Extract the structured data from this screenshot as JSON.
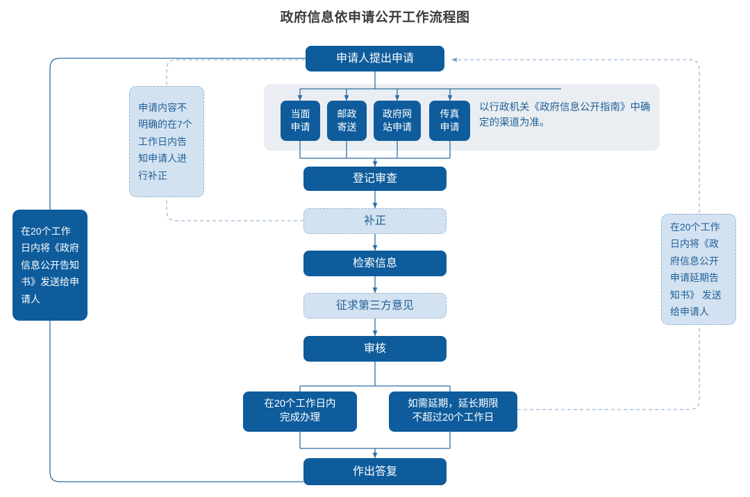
{
  "page": {
    "title": "政府信息依申请公开工作流程图",
    "colors": {
      "primary": "#0e5c9c",
      "light_fill": "#d3e2f1",
      "band_fill": "#eaeef2",
      "line": "#2b6ca3",
      "title_text": "#3a3a3a",
      "light_text": "#1f5f96"
    }
  },
  "flow": {
    "start": {
      "label": "申请人提出申请"
    },
    "channels": [
      {
        "label": "当面\n申请"
      },
      {
        "label": "邮政\n寄送"
      },
      {
        "label": "政府网\n站申请"
      },
      {
        "label": "传真\n申请"
      }
    ],
    "channel_note": "以行政机关《政府信息公开指南》中确定的渠道为准。",
    "steps": [
      {
        "id": "register",
        "label": "登记审查",
        "style": "solid"
      },
      {
        "id": "supplement",
        "label": "补正",
        "style": "light"
      },
      {
        "id": "retrieve",
        "label": "检索信息",
        "style": "solid"
      },
      {
        "id": "third-party",
        "label": "征求第三方意见",
        "style": "light"
      },
      {
        "id": "review",
        "label": "审核",
        "style": "solid"
      }
    ],
    "branches": [
      {
        "id": "complete-in-20",
        "label": "在20个工作日内\n完成办理"
      },
      {
        "id": "extension",
        "label": "如需延期，延长期限\n不超过20个工作日"
      }
    ],
    "end": {
      "label": "作出答复"
    }
  },
  "notes": {
    "supplement_note": "申请内容不明确的在7个工作日内告知申请人进行补正",
    "left_notice": "在20个工作日内将《政府信息公开告知书》发送给申请人",
    "right_notice": "在20个工作日内将《政府信息公开申请延期告知书》 发送给申请人"
  }
}
